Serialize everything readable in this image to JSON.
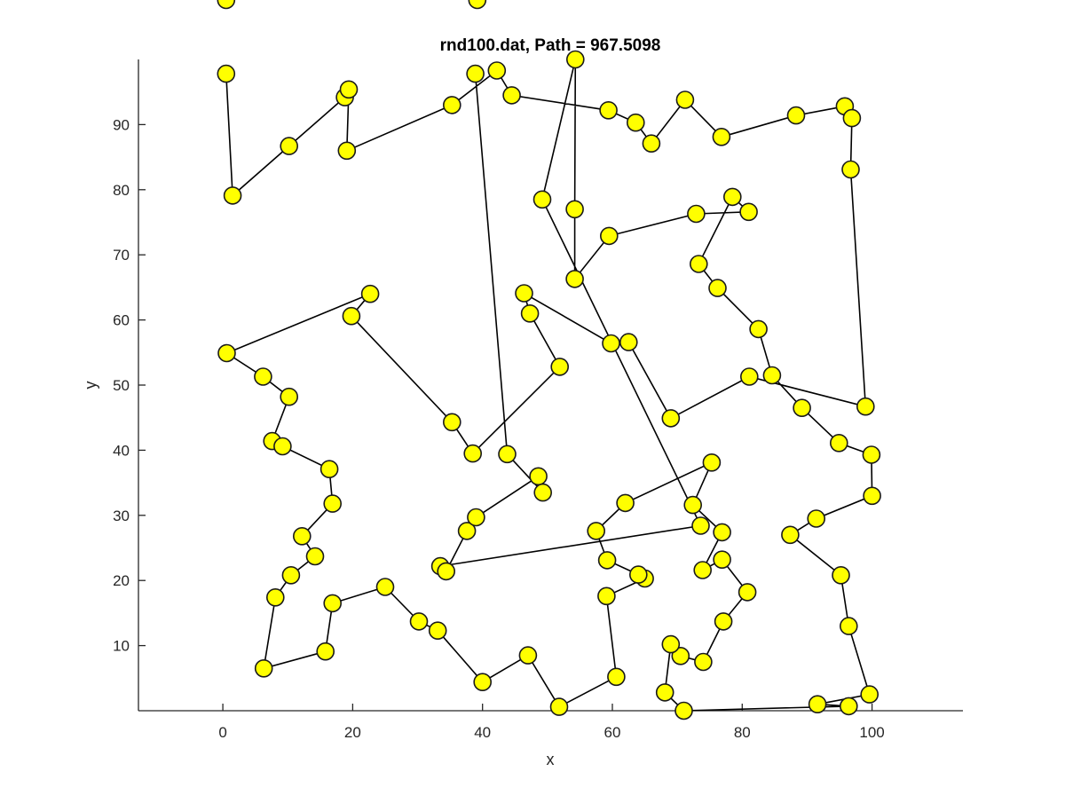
{
  "chart_data": {
    "type": "line",
    "title": "rnd100.dat, Path = 967.5098",
    "xlabel": "x",
    "ylabel": "y",
    "xlim": [
      -13,
      114
    ],
    "ylim": [
      0,
      100
    ],
    "xticks": [
      0,
      20,
      40,
      60,
      80,
      100
    ],
    "yticks": [
      10,
      20,
      30,
      40,
      50,
      60,
      70,
      80,
      90
    ],
    "grid": false,
    "legend": "none",
    "marker_color": "#ffff00",
    "line_color": "#000000",
    "x": [
      0.5,
      1.5,
      10.2,
      18.8,
      19.4,
      19.1,
      35.3,
      42.2,
      44.5,
      59.4,
      63.6,
      66.0,
      71.2,
      76.8,
      88.3,
      95.8,
      96.9,
      96.7,
      99.0,
      81.1,
      69.0,
      62.5,
      59.8,
      46.4,
      47.3,
      51.9,
      38.5,
      35.3,
      19.8,
      22.7,
      0.6,
      6.2,
      10.2,
      7.6,
      9.2,
      16.4,
      16.9,
      12.2,
      14.2,
      10.5,
      8.1,
      6.3,
      15.8,
      16.9,
      25.0,
      30.2,
      33.1,
      40.0,
      47.0,
      51.8,
      60.6,
      59.1,
      65.0,
      64.0,
      59.2,
      57.5,
      62.0,
      75.3,
      72.4,
      76.9,
      73.9,
      76.9,
      80.8,
      77.1,
      74.0,
      70.5,
      69.0,
      68.1,
      71.0,
      96.4,
      91.6,
      99.6,
      96.4,
      95.2,
      87.4,
      91.4,
      100.0,
      99.9,
      94.9,
      89.2,
      84.6,
      82.5,
      76.2,
      73.3,
      78.5,
      81.0,
      72.9,
      59.5,
      54.2,
      54.2,
      54.3,
      49.2,
      73.6,
      33.5,
      34.4,
      37.6,
      39.0,
      48.6,
      49.3,
      43.8,
      38.9,
      39.2,
      0.5
    ],
    "y": [
      97.8,
      79.1,
      86.7,
      94.2,
      95.4,
      86.0,
      93.0,
      98.3,
      94.5,
      92.2,
      90.3,
      87.1,
      93.8,
      88.1,
      91.4,
      92.8,
      91.0,
      83.1,
      46.7,
      51.3,
      44.9,
      56.6,
      56.4,
      64.1,
      61.0,
      52.8,
      39.5,
      44.3,
      60.6,
      64.0,
      54.9,
      51.3,
      48.2,
      41.4,
      40.6,
      37.1,
      31.8,
      26.8,
      23.7,
      20.8,
      17.4,
      6.5,
      9.1,
      16.5,
      19.0,
      13.7,
      12.3,
      4.4,
      8.5,
      0.6,
      5.2,
      17.6,
      20.3,
      20.9,
      23.1,
      27.6,
      31.9,
      38.1,
      31.6,
      27.4,
      21.6,
      23.2,
      18.2,
      13.7,
      7.5,
      8.4,
      10.2,
      2.8,
      0.0,
      0.7,
      1.0,
      2.5,
      13.0,
      20.8,
      27.0,
      29.5,
      33.0,
      39.3,
      41.1,
      46.5,
      51.5,
      58.6,
      64.9,
      68.6,
      78.9,
      76.6,
      76.3,
      72.9,
      66.3,
      77.0,
      100.0,
      78.5,
      28.4,
      22.2,
      21.4,
      27.6,
      29.7,
      36.0,
      33.5,
      39.4,
      97.8
    ]
  }
}
